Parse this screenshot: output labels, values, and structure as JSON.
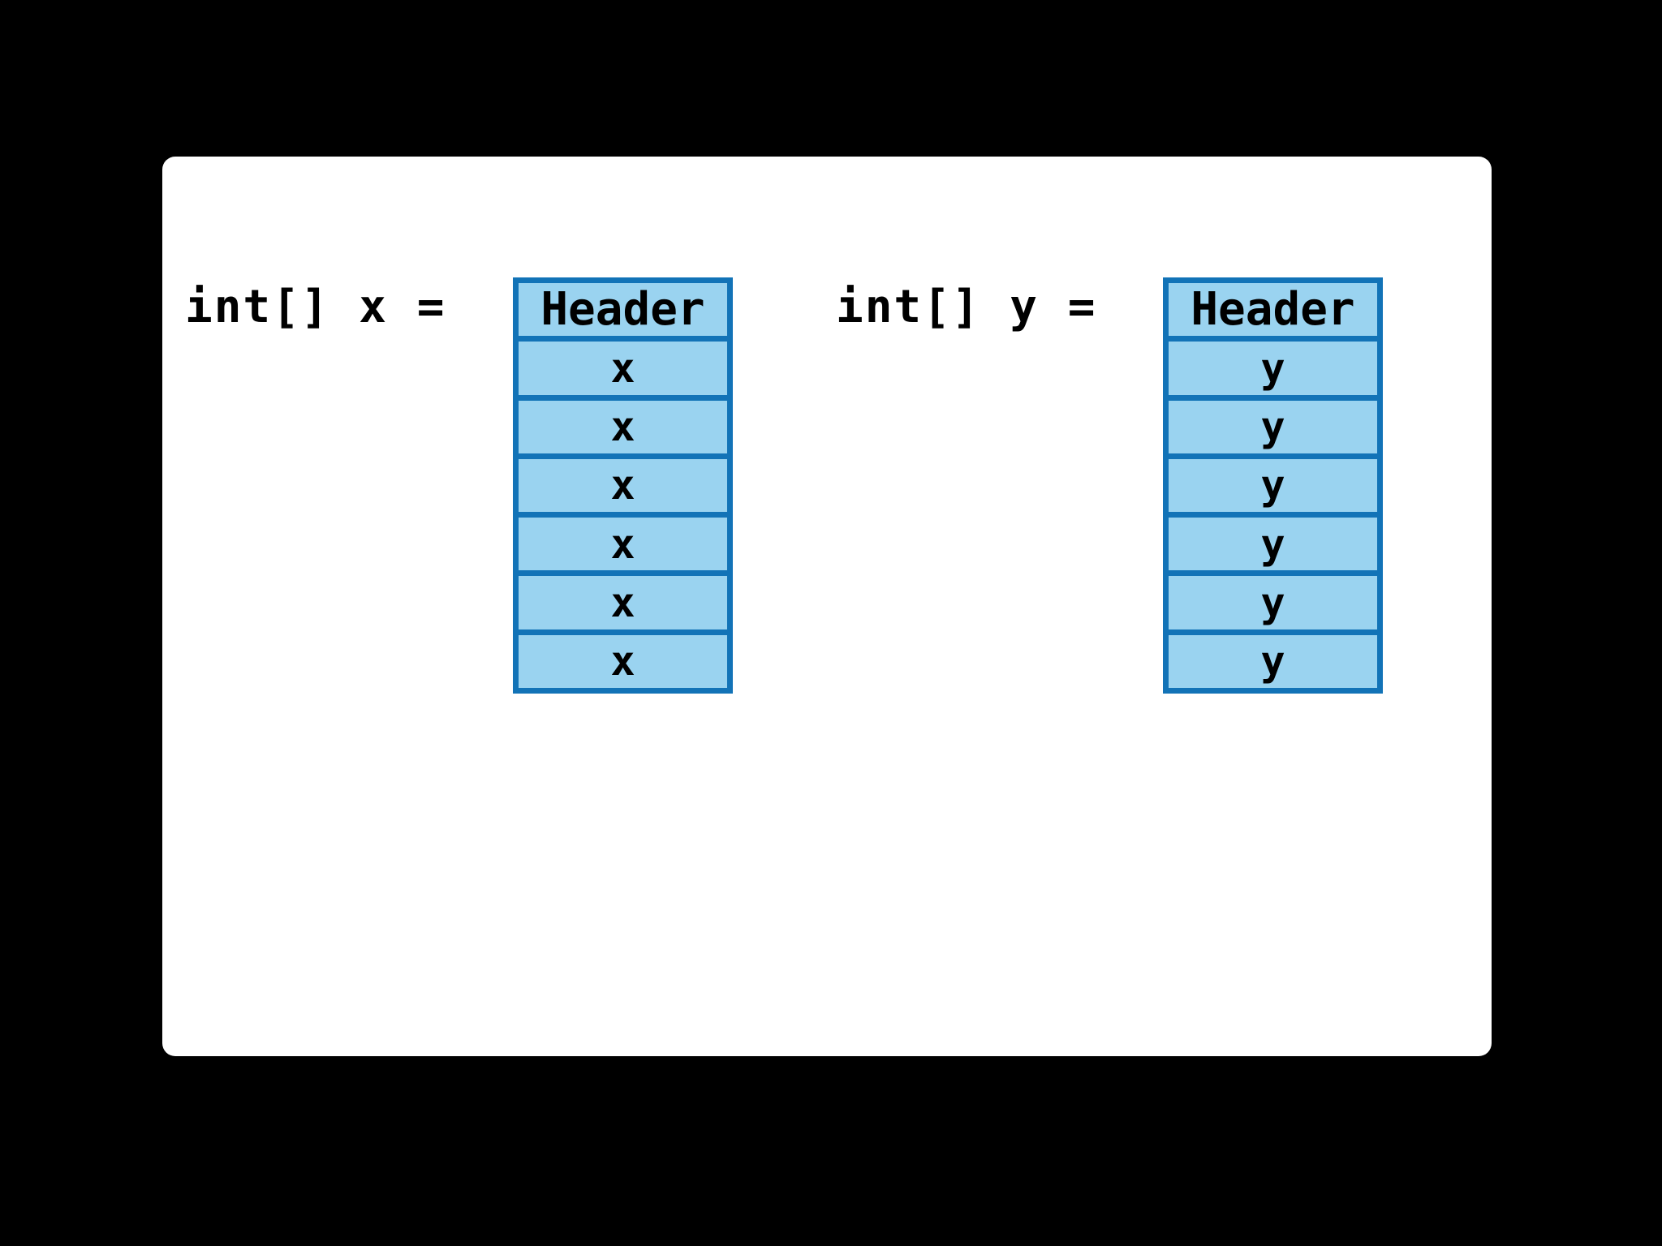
{
  "diagram": {
    "background_color": "#000000",
    "panel_color": "#ffffff",
    "cell_fill_color": "#9ad3f0",
    "cell_border_color": "#1273b7",
    "text_color": "#000000",
    "arrays": [
      {
        "declaration": "int[] x =",
        "header": "Header",
        "cells": [
          "x",
          "x",
          "x",
          "x",
          "x",
          "x"
        ]
      },
      {
        "declaration": "int[] y =",
        "header": "Header",
        "cells": [
          "y",
          "y",
          "y",
          "y",
          "y",
          "y"
        ]
      }
    ]
  }
}
